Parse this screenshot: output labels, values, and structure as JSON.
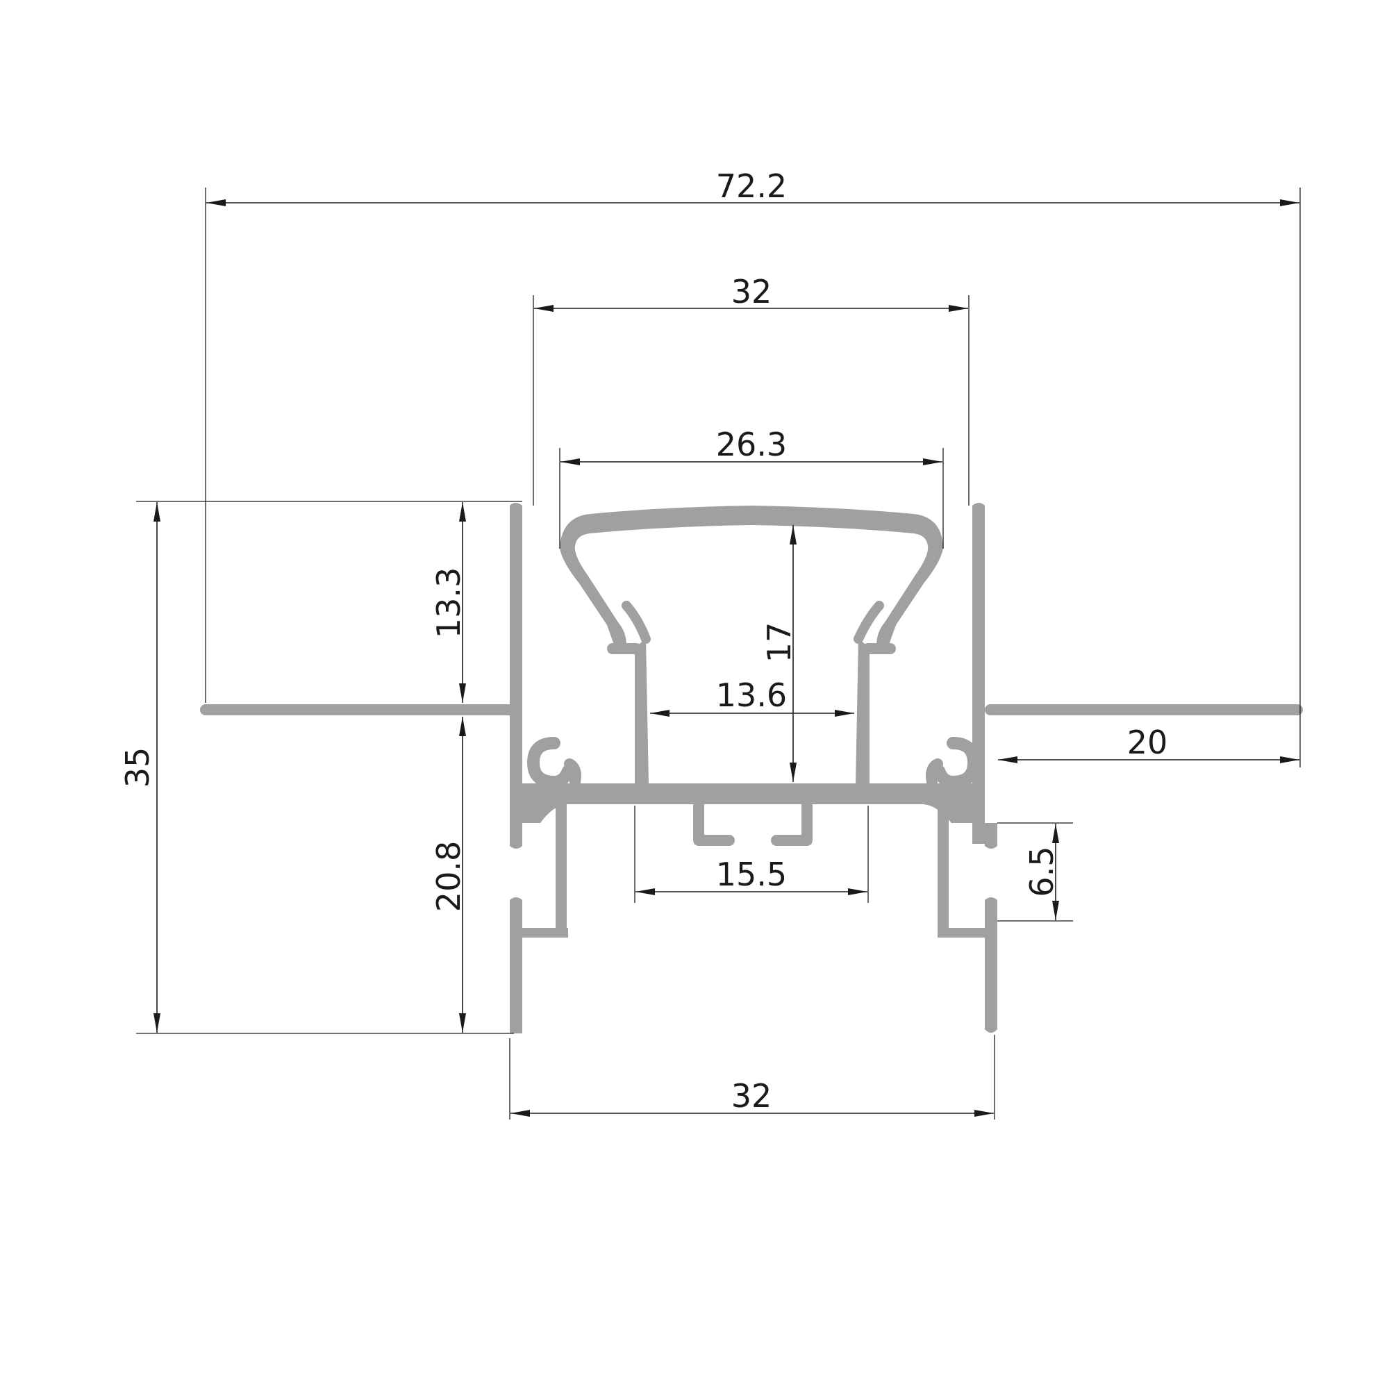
{
  "colors": {
    "background": "#ffffff",
    "profile_fill": "#a0a0a0",
    "dimension_lines": "#1a1a1a"
  },
  "dimensions": {
    "overall_width": "72.2",
    "top_opening_width": "32",
    "diffuser_width": "26.3",
    "inner_channel_width": "13.6",
    "base_rail_width": "15.5",
    "bottom_width": "32",
    "flange_width": "20",
    "upper_height": "13.3",
    "lower_height": "20.8",
    "total_height": "35",
    "diffuser_depth": "17",
    "clip_height": "6.5"
  }
}
